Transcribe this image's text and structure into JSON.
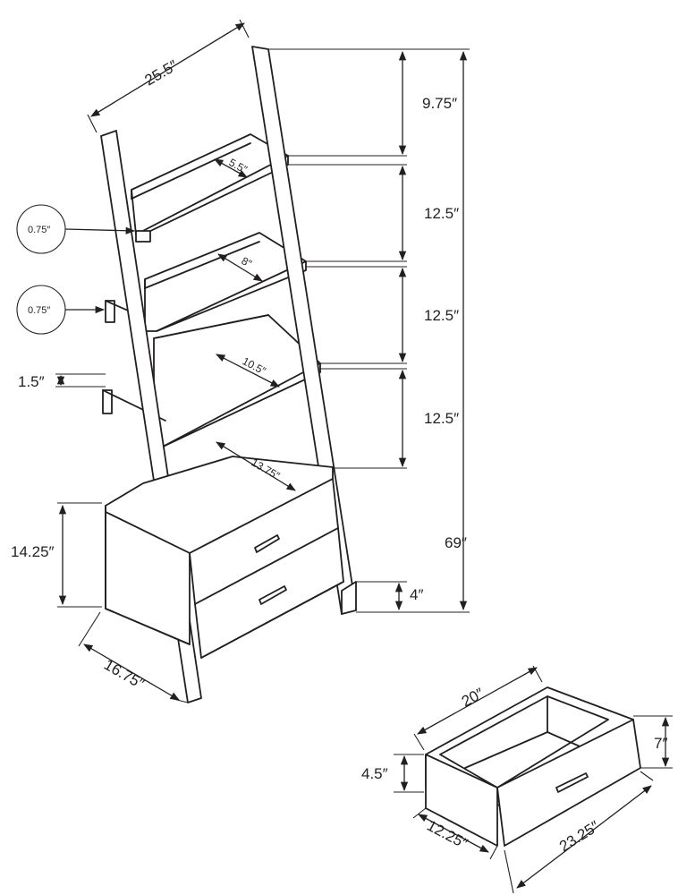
{
  "dimensions": {
    "width_top": "25.5″",
    "top_clearance": "9.75″",
    "shelf_gap_1": "12.5″",
    "shelf_gap_2": "12.5″",
    "shelf_gap_3": "12.5″",
    "total_height": "69″",
    "base_height": "14.25″",
    "foot_height": "4″",
    "base_depth": "16.75″",
    "shelf_thickness": "1.5″",
    "shelf_depth_1": "5.5″",
    "shelf_depth_2": "8″",
    "shelf_depth_3": "10.5″",
    "shelf_depth_4": "13.75″",
    "rail_thickness_1": "0.75″",
    "rail_thickness_2": "0.75″"
  },
  "drawer": {
    "width": "20″",
    "height_inner": "4.5″",
    "height_front": "7″",
    "depth": "12.25″",
    "front_width": "23.25″"
  }
}
